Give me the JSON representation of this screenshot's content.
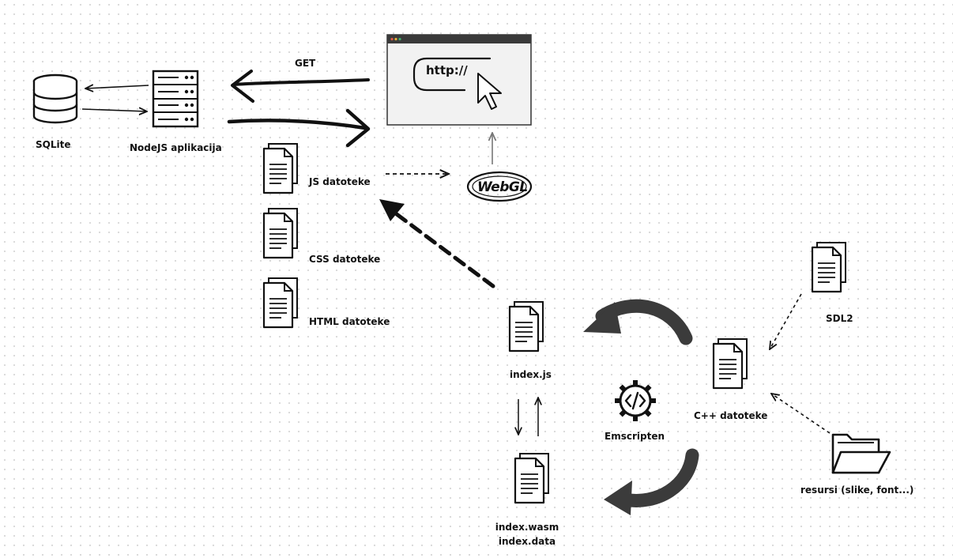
{
  "nodes": {
    "sqlite": {
      "label": "SQLite",
      "icon": "database-icon"
    },
    "nodejs": {
      "label": "NodeJS aplikacija",
      "icon": "server-icon"
    },
    "browser": {
      "url_text": "http://",
      "icon": "browser-window-icon"
    },
    "webgl": {
      "logo_text": "WebGL",
      "icon": "webgl-logo"
    },
    "js_files": {
      "label": "JS datoteke",
      "icon": "document-icon"
    },
    "css_files": {
      "label": "CSS datoteke",
      "icon": "document-icon"
    },
    "html_files": {
      "label": "HTML datoteke",
      "icon": "document-icon"
    },
    "index_js": {
      "label": "index.js",
      "icon": "document-icon"
    },
    "index_wasm": {
      "label_line1": "index.wasm",
      "label_line2": "index.data",
      "icon": "document-icon"
    },
    "emscripten": {
      "label": "Emscripten",
      "icon": "gear-code-icon"
    },
    "cpp_files": {
      "label": "C++ datoteke",
      "icon": "document-icon"
    },
    "sdl2": {
      "label": "SDL2",
      "icon": "document-icon"
    },
    "resources": {
      "label": "resursi (slike, font...)",
      "icon": "folder-icon"
    }
  },
  "edges": {
    "get_label": "GET"
  },
  "colors": {
    "ink": "#111111",
    "browser_bar": "#3a3a3a",
    "browser_body": "#f2f2f2",
    "curved_arrow": "#3b3b3b"
  }
}
